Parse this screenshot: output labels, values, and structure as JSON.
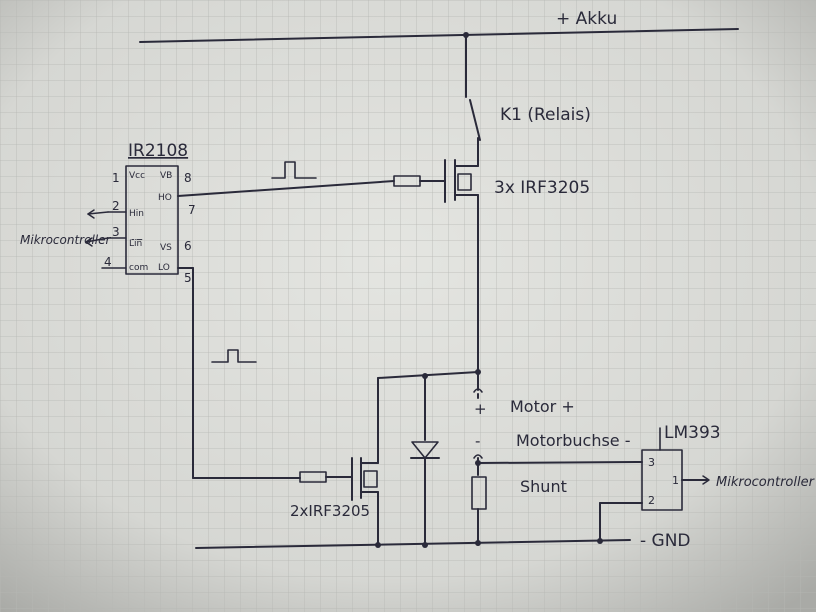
{
  "colors": {
    "paper_light": "#e4e5e1",
    "paper_dark": "#a9aaa6",
    "grid": "#b6b8b4",
    "ink": "#2a2a3a"
  },
  "labels": {
    "akku": "+ Akku",
    "relay": "K1 (Relais)",
    "ic_name": "IR2108",
    "high_fet": "3x IRF3205",
    "low_fet": "2xIRF3205",
    "motor_plus": "Motor +",
    "motorbuchse": "Motorbuchse -",
    "comparator": "LM393",
    "shunt": "Shunt",
    "gnd": "- GND",
    "mcu_left": "Mikrocontroller",
    "mcu_right": "Mikrocontroller",
    "plus_sign": "+",
    "minus_sign": "-"
  },
  "ic": {
    "pins_left": [
      "1",
      "2",
      "3",
      "4"
    ],
    "pins_right": [
      "8",
      "7",
      "6",
      "5"
    ],
    "inner_left": [
      "Vcc",
      "Hin",
      "Lin",
      "com"
    ],
    "inner_right": [
      "VB",
      "HO",
      "VS",
      "LO"
    ]
  },
  "comparator_pins": {
    "in_plus": "3",
    "in_minus": "2",
    "out": "1"
  }
}
